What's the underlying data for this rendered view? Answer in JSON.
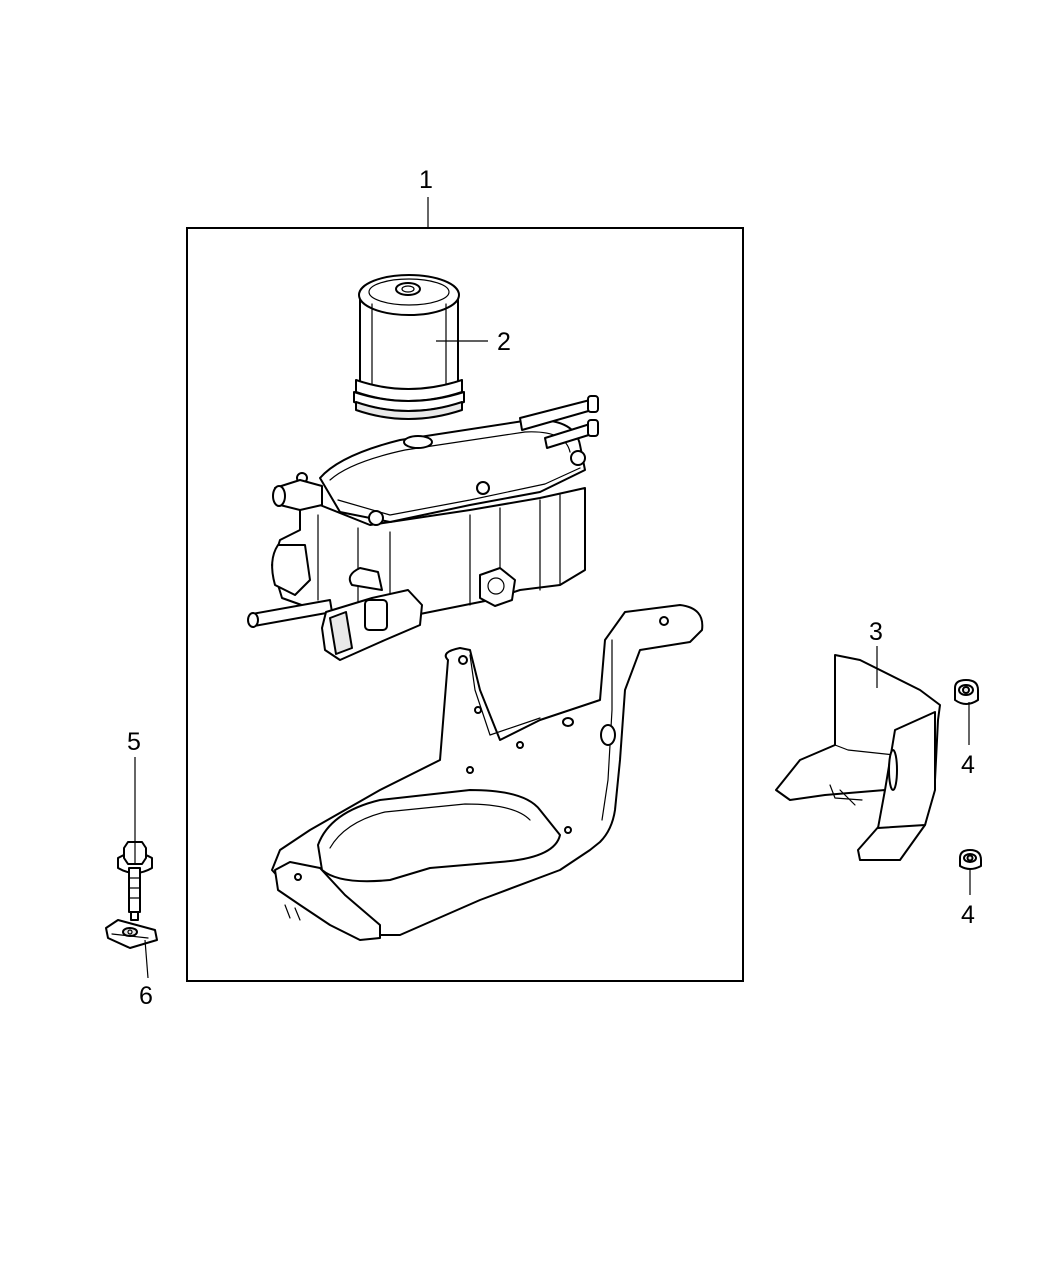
{
  "diagram": {
    "callouts": {
      "c1": "1",
      "c2": "2",
      "c3": "3",
      "c4a": "4",
      "c4b": "4",
      "c5": "5",
      "c6": "6"
    },
    "parts": [
      {
        "id": "fuel-filter-housing-assembly",
        "callout": "1"
      },
      {
        "id": "filter-element",
        "callout": "2"
      },
      {
        "id": "heat-shield-bracket",
        "callout": "3"
      },
      {
        "id": "nut",
        "callout": "4"
      },
      {
        "id": "bolt",
        "callout": "5"
      },
      {
        "id": "u-nut-clip",
        "callout": "6"
      }
    ]
  }
}
